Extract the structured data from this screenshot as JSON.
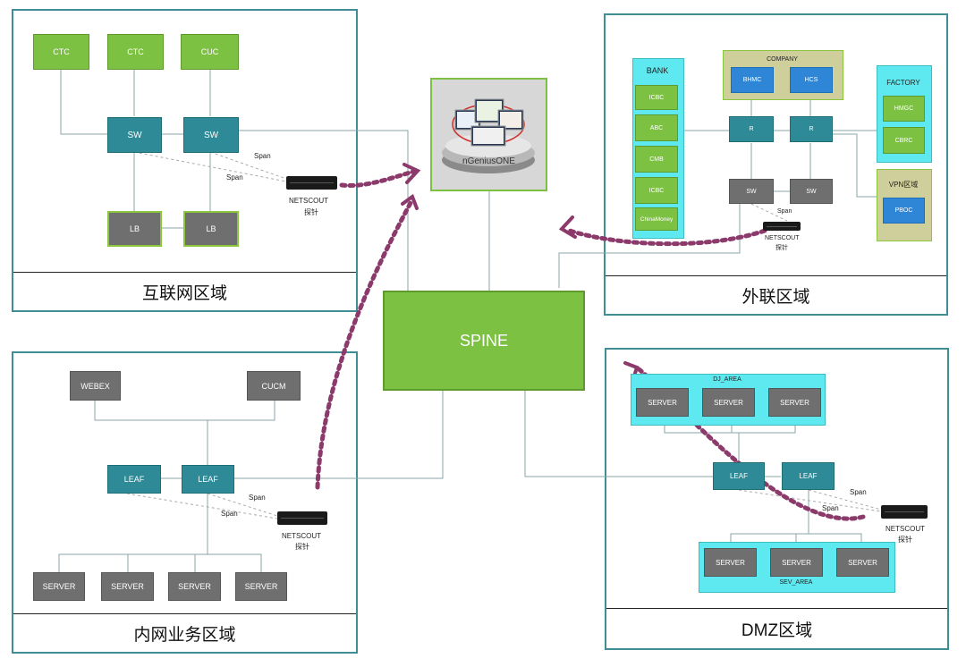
{
  "zones": {
    "internet": "互联网区域",
    "external": "外联区域",
    "intranet": "内网业务区域",
    "dmz": "DMZ区域"
  },
  "spine": "SPINE",
  "ngenius": "nGeniusONE",
  "probe_name": "NETSCOUT",
  "probe_sub": "探针",
  "span": "Span",
  "internet": {
    "carriers": [
      "CTC",
      "CTC",
      "CUC"
    ],
    "switch": "SW",
    "lb": "LB"
  },
  "external": {
    "bank_title": "BANK",
    "banks": [
      "ICBC",
      "ABC",
      "CMB",
      "ICBC",
      "ChinaMoney"
    ],
    "company_title": "COMPANY",
    "company": [
      "BHMC",
      "HCS"
    ],
    "factory_title": "FACTORY",
    "factory": [
      "HMGC",
      "CBRC"
    ],
    "vpn_title": "VPN区域",
    "vpn": [
      "PBOC"
    ],
    "router": "R",
    "switch": "SW"
  },
  "intranet": {
    "webex": "WEBEX",
    "cucm": "CUCM",
    "leaf": "LEAF",
    "server": "SERVER"
  },
  "dmz": {
    "dj_area": "DJ_AREA",
    "sev_area": "SEV_AREA",
    "server": "SERVER",
    "leaf": "LEAF"
  },
  "colors": {
    "zone_border": "#3f8e95",
    "green": "#7dc143",
    "teal": "#2e8a96",
    "gray": "#6f6f6f",
    "cyan": "#5ee8ef",
    "olive": "#cfcf9c",
    "blue": "#2f86d6",
    "arrow": "#8b3a6b"
  }
}
